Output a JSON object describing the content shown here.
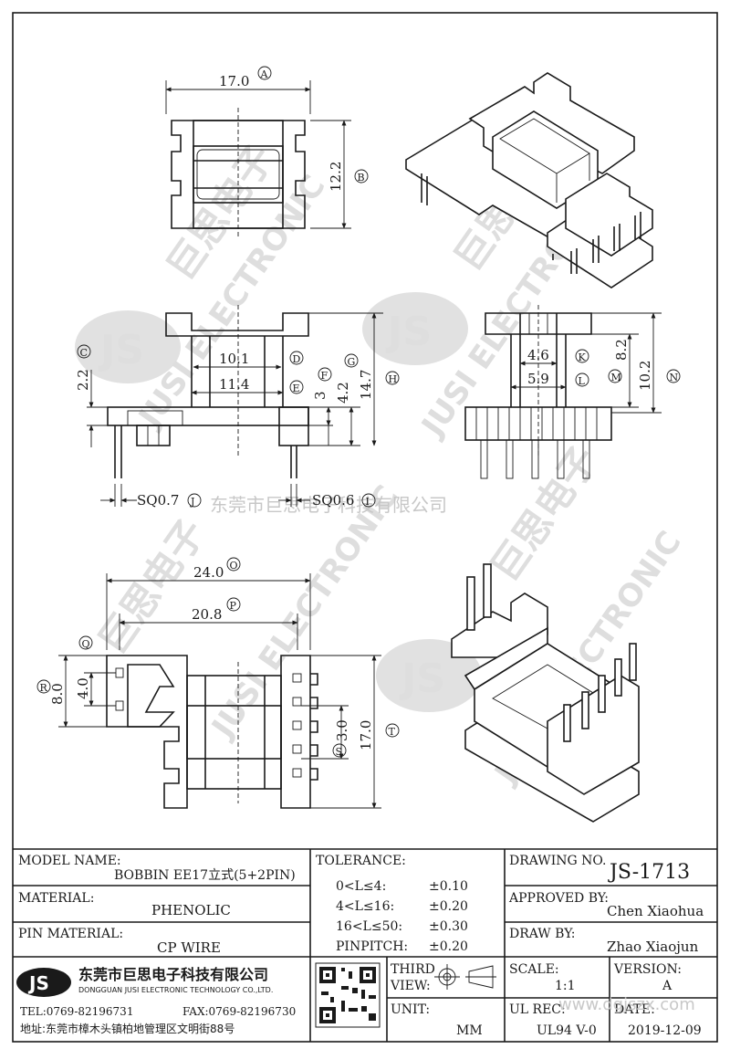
{
  "watermark": {
    "company_cn": "东莞市巨思电子科技有限公司",
    "brand_en": "JUSI ELECTRONIC",
    "brand_cn": "巨思电子",
    "logo": "JS",
    "site": "www.dgjszx.com"
  },
  "dimensions": {
    "a": {
      "value": "17.0",
      "tag": "A"
    },
    "b": {
      "value": "12.2",
      "tag": "B"
    },
    "c": {
      "value": "2.2",
      "tag": "C"
    },
    "d": {
      "value": "10.1",
      "tag": "D"
    },
    "e": {
      "value": "11.4",
      "tag": "E"
    },
    "f": {
      "value": "3",
      "tag": "F"
    },
    "g": {
      "value": "4.2",
      "tag": "G"
    },
    "h": {
      "value": "14.7",
      "tag": "H"
    },
    "j": {
      "value": "SQ0.7",
      "tag": "J"
    },
    "i": {
      "value": "SQ0.6",
      "tag": "I"
    },
    "k": {
      "value": "4.6",
      "tag": "K"
    },
    "l": {
      "value": "5.9",
      "tag": "L"
    },
    "m": {
      "value": "8.2",
      "tag": "M"
    },
    "n": {
      "value": "10.2",
      "tag": "N"
    },
    "o": {
      "value": "24.0",
      "tag": "O"
    },
    "p": {
      "value": "20.8",
      "tag": "P"
    },
    "q": {
      "value": "",
      "tag": "Q"
    },
    "r": {
      "value": "8.0",
      "tag": "R"
    },
    "r2": {
      "value": "4.0",
      "tag": ""
    },
    "s": {
      "value": "3.0",
      "tag": "S"
    },
    "t": {
      "value": "17.0",
      "tag": "T"
    }
  },
  "title_block": {
    "model_name_label": "MODEL NAME:",
    "model_name": "BOBBIN EE17立式(5+2PIN)",
    "material_label": "MATERIAL:",
    "material": "PHENOLIC",
    "pin_material_label": "PIN MATERIAL:",
    "pin_material": "CP WIRE",
    "tolerance_label": "TOLERANCE:",
    "tolerances": [
      {
        "range": "0<L≤4:",
        "value": "±0.10"
      },
      {
        "range": "4<L≤16:",
        "value": "±0.20"
      },
      {
        "range": "16<L≤50:",
        "value": "±0.30"
      },
      {
        "range": "PINPITCH:",
        "value": "±0.20"
      }
    ],
    "drawing_no_label": "DRAWING NO.",
    "drawing_no": "JS-1713",
    "approved_by_label": "APPROVED BY:",
    "approved_by": "Chen Xiaohua",
    "draw_by_label": "DRAW BY:",
    "draw_by": "Zhao Xiaojun",
    "company_cn": "东莞市巨思电子科技有限公司",
    "company_en": "DONGGUAN JUSI ELECTRONIC TECHNOLOGY CO.,LTD.",
    "tel": "TEL:0769-82196731",
    "fax": "FAX:0769-82196730",
    "address": "地址:东莞市樟木头镇柏地管理区文明街88号",
    "logo": "JS",
    "third_view_label_1": "THIRD",
    "third_view_label_2": "VIEW:",
    "unit_label": "UNIT:",
    "unit": "MM",
    "scale_label": "SCALE:",
    "scale": "1:1",
    "version_label": "VERSION:",
    "version": "A",
    "ul_rec_label": "UL REC:",
    "ul_rec": "UL94 V-0",
    "date_label": "DATE:",
    "date": "2019-12-09",
    "site": "www.dgjszx.com"
  }
}
